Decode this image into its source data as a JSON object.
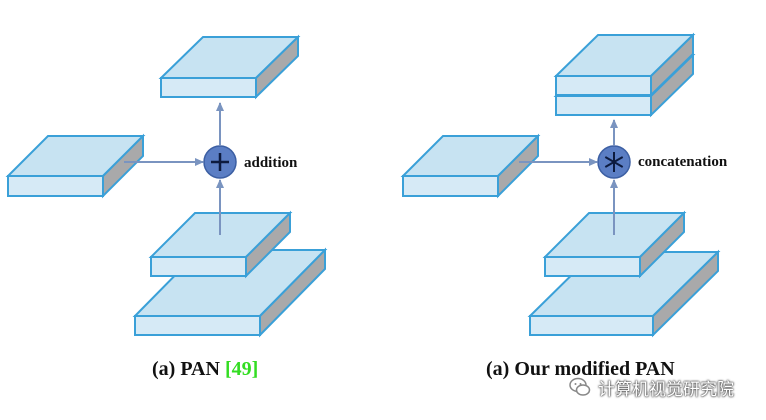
{
  "diagram": {
    "left": {
      "operation_label": "addition",
      "operator_symbol": "+",
      "caption_prefix": "(a) PAN ",
      "caption_ref": "[49]"
    },
    "right": {
      "operation_label": "concatenation",
      "operator_symbol": "*",
      "caption": "(a) Our modified PAN"
    },
    "watermark": "计算机视觉研究院"
  },
  "colors": {
    "block_top": "#c7e3f2",
    "block_front": "#d6eaf6",
    "block_side": "#a9a9aa",
    "block_edge": "#3aa0d8",
    "arrow": "#7a94c0",
    "operator_fill": "#5b7ec4",
    "operator_stroke": "#3c5fa3",
    "caption_ref": "#33dd22"
  }
}
